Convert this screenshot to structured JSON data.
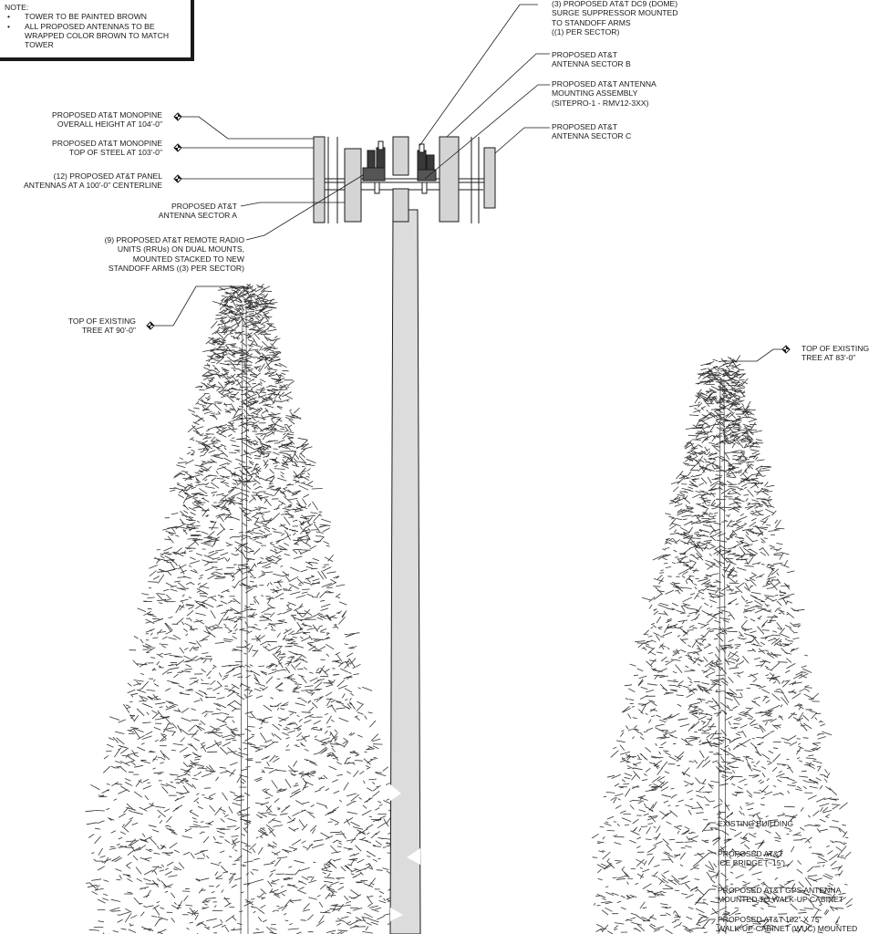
{
  "note": {
    "title": "NOTE:",
    "items": [
      {
        "lines": [
          "TOWER TO BE PAINTED BROWN"
        ]
      },
      {
        "lines": [
          "ALL PROPOSED ANTENNAS TO BE",
          "WRAPPED COLOR BROWN TO MATCH",
          "TOWER"
        ]
      }
    ],
    "bullet": "•"
  },
  "labels": {
    "overall_height": [
      "PROPOSED AT&T MONOPINE",
      "OVERALL HEIGHT AT 104'-0\""
    ],
    "top_of_steel": [
      "PROPOSED AT&T MONOPINE",
      "TOP OF STEEL AT 103'-0\""
    ],
    "panel_antennas": [
      "(12) PROPOSED AT&T PANEL",
      "ANTENNAS AT A 100'-0\" CENTERLINE"
    ],
    "sector_a": [
      "PROPOSED AT&T",
      "ANTENNA SECTOR A"
    ],
    "rrus": [
      "(9) PROPOSED AT&T REMOTE RADIO",
      "UNITS (RRUs) ON DUAL MOUNTS,",
      "MOUNTED STACKED  TO NEW",
      "STANDOFF ARMS ((3) PER SECTOR)"
    ],
    "tree_90": [
      "TOP OF EXISTING",
      "TREE AT 90'-0\""
    ],
    "surge": [
      "(3) PROPOSED AT&T DC9 (DOME)",
      "SURGE SUPPRESSOR MOUNTED",
      "TO STANDOFF ARMS",
      "((1) PER SECTOR)"
    ],
    "sector_b": [
      "PROPOSED AT&T",
      "ANTENNA SECTOR B"
    ],
    "mounting": [
      "PROPOSED AT&T ANTENNA",
      "MOUNTING ASSEMBLY",
      "(SITEPRO-1 - RMV12-3XX)"
    ],
    "sector_c": [
      "PROPOSED AT&T",
      "ANTENNA SECTOR C"
    ],
    "tree_83": [
      "TOP OF EXISTING",
      "TREE AT 83'-0\""
    ],
    "building": [
      "EXISTING BUILDING"
    ],
    "ice_bridge": [
      "PROPOSED AT&T",
      "ICE BRIDGE (~15')"
    ],
    "gps": [
      "PROPOSED AT&T GPS ANTENNA",
      "MOUNTED TO WALK-UP CABINET"
    ],
    "cabinet": [
      "PROPOSED AT&T 102\" X 75\"",
      "WALK-UP-CABINET (WUC) MOUNTED"
    ]
  },
  "colors": {
    "ink": "#1a1a1a",
    "pole_fill": "#dcdcdc",
    "antenna_fill": "#d4d4d4",
    "background": "#ffffff"
  }
}
